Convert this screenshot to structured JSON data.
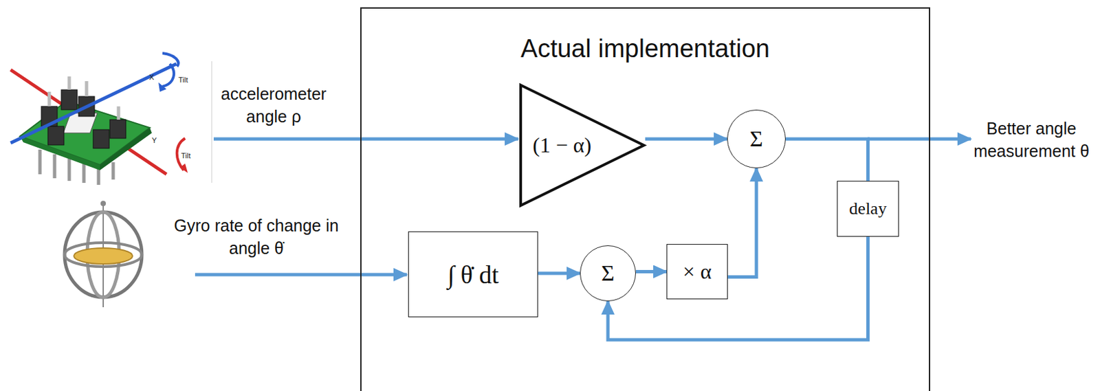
{
  "diagram": {
    "nodes": [
      {
        "text": [
          "Actual implementation"
        ]
      },
      {
        "text": [
          "(1 − α)"
        ],
        "in": 0
      },
      {
        "text": [
          "Σ"
        ],
        "in": 0
      },
      {
        "text": [
          "delay"
        ],
        "in": 0
      },
      {
        "text": [
          "∫ θ̇  dt"
        ],
        "in": 0
      },
      {
        "text": [
          "Σ"
        ],
        "in": 0
      },
      {
        "text": [
          "× α"
        ],
        "in": 0
      }
    ],
    "edges": [
      {
        "from": 1,
        "to": 2,
        "arrow": "to"
      },
      {
        "from": 4,
        "to": 5,
        "arrow": "to"
      },
      {
        "from": 5,
        "to": 6,
        "arrow": "to"
      },
      {
        "from": 6,
        "to": 2,
        "arrow": "to"
      },
      {
        "from": 2,
        "to": 3,
        "arrow": "none"
      },
      {
        "from": 3,
        "to": 5,
        "arrow": "to"
      }
    ],
    "labels": [
      "accelerometer angle ρ",
      "Gyro rate of change in angle θ̇",
      "Better angle measurement θ",
      "X",
      "Tilt",
      "Y",
      "Tilt"
    ]
  }
}
